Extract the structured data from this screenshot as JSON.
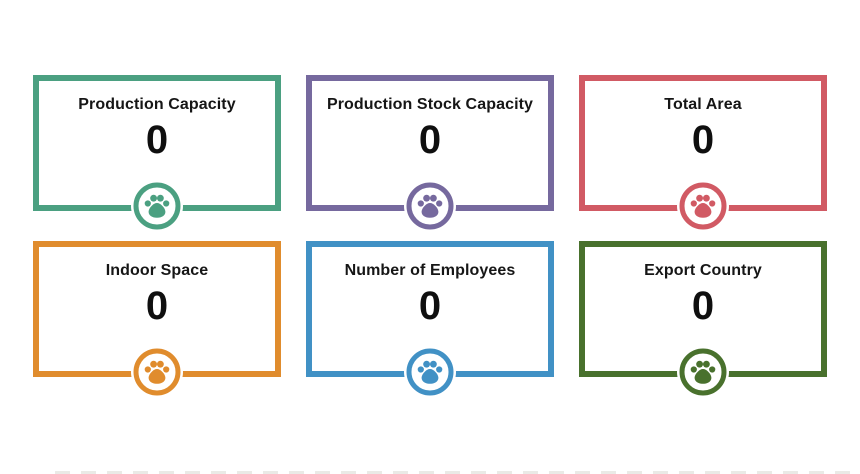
{
  "page": {
    "background_color": "#ffffff",
    "text_color": "#161616"
  },
  "cards": [
    {
      "title": "Production Capacity",
      "value": "0",
      "color": "#4BA081",
      "icon": "paw-icon"
    },
    {
      "title": "Production Stock Capacity",
      "value": "0",
      "color": "#76699E",
      "icon": "paw-icon"
    },
    {
      "title": "Total Area",
      "value": "0",
      "color": "#D15A64",
      "icon": "paw-icon"
    },
    {
      "title": "Indoor Space",
      "value": "0",
      "color": "#E08C2D",
      "icon": "paw-icon"
    },
    {
      "title": "Number of Employees",
      "value": "0",
      "color": "#4191C5",
      "icon": "paw-icon"
    },
    {
      "title": "Export Country",
      "value": "0",
      "color": "#49712D",
      "icon": "paw-icon"
    }
  ]
}
